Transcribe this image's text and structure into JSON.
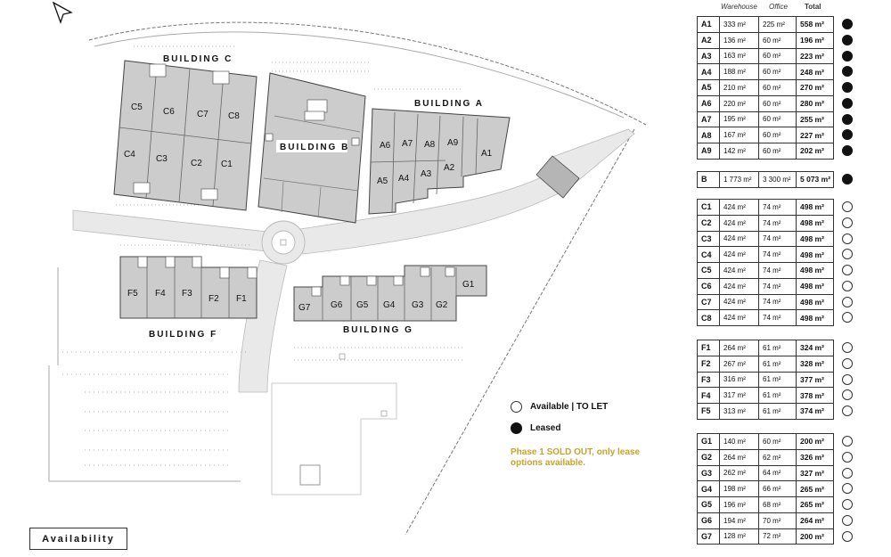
{
  "headers": {
    "warehouse": "Warehouse",
    "office": "Office",
    "total": "Total"
  },
  "groups": [
    {
      "rows": [
        {
          "unit": "A1",
          "warehouse": "333 m²",
          "office": "225 m²",
          "total": "558 m²",
          "status": "leased"
        },
        {
          "unit": "A2",
          "warehouse": "136 m²",
          "office": "60 m²",
          "total": "196 m²",
          "status": "leased"
        },
        {
          "unit": "A3",
          "warehouse": "163 m²",
          "office": "60 m²",
          "total": "223 m²",
          "status": "leased"
        },
        {
          "unit": "A4",
          "warehouse": "188 m²",
          "office": "60 m²",
          "total": "248 m²",
          "status": "leased"
        },
        {
          "unit": "A5",
          "warehouse": "210 m²",
          "office": "60 m²",
          "total": "270 m²",
          "status": "leased"
        },
        {
          "unit": "A6",
          "warehouse": "220 m²",
          "office": "60 m²",
          "total": "280 m²",
          "status": "leased"
        },
        {
          "unit": "A7",
          "warehouse": "195 m²",
          "office": "60 m²",
          "total": "255 m²",
          "status": "leased"
        },
        {
          "unit": "A8",
          "warehouse": "167 m²",
          "office": "60 m²",
          "total": "227 m²",
          "status": "leased"
        },
        {
          "unit": "A9",
          "warehouse": "142 m²",
          "office": "60 m²",
          "total": "202 m²",
          "status": "leased"
        }
      ]
    },
    {
      "rows": [
        {
          "unit": "B",
          "warehouse": "1 773 m²",
          "office": "3 300 m²",
          "total": "5 073 m²",
          "status": "leased"
        }
      ]
    },
    {
      "rows": [
        {
          "unit": "C1",
          "warehouse": "424 m²",
          "office": "74 m²",
          "total": "498 m²",
          "status": "available"
        },
        {
          "unit": "C2",
          "warehouse": "424 m²",
          "office": "74 m²",
          "total": "498 m²",
          "status": "available"
        },
        {
          "unit": "C3",
          "warehouse": "424 m²",
          "office": "74 m²",
          "total": "498 m²",
          "status": "available"
        },
        {
          "unit": "C4",
          "warehouse": "424 m²",
          "office": "74 m²",
          "total": "498 m²",
          "status": "available"
        },
        {
          "unit": "C5",
          "warehouse": "424 m²",
          "office": "74 m²",
          "total": "498 m²",
          "status": "available"
        },
        {
          "unit": "C6",
          "warehouse": "424 m²",
          "office": "74 m²",
          "total": "498 m²",
          "status": "available"
        },
        {
          "unit": "C7",
          "warehouse": "424 m²",
          "office": "74 m²",
          "total": "498 m²",
          "status": "available"
        },
        {
          "unit": "C8",
          "warehouse": "424 m²",
          "office": "74 m²",
          "total": "498 m²",
          "status": "available"
        }
      ]
    },
    {
      "rows": [
        {
          "unit": "F1",
          "warehouse": "264 m²",
          "office": "61 m²",
          "total": "324 m²",
          "status": "available"
        },
        {
          "unit": "F2",
          "warehouse": "267 m²",
          "office": "61 m²",
          "total": "328 m²",
          "status": "available"
        },
        {
          "unit": "F3",
          "warehouse": "316 m²",
          "office": "61 m²",
          "total": "377 m²",
          "status": "available"
        },
        {
          "unit": "F4",
          "warehouse": "317 m²",
          "office": "61 m²",
          "total": "378 m²",
          "status": "available"
        },
        {
          "unit": "F5",
          "warehouse": "313 m²",
          "office": "61 m²",
          "total": "374 m²",
          "status": "available"
        }
      ]
    },
    {
      "rows": [
        {
          "unit": "G1",
          "warehouse": "140 m²",
          "office": "60 m²",
          "total": "200 m²",
          "status": "available"
        },
        {
          "unit": "G2",
          "warehouse": "264 m²",
          "office": "62 m²",
          "total": "326 m²",
          "status": "available"
        },
        {
          "unit": "G3",
          "warehouse": "262 m²",
          "office": "64 m²",
          "total": "327 m²",
          "status": "available"
        },
        {
          "unit": "G4",
          "warehouse": "198 m²",
          "office": "66 m²",
          "total": "265 m²",
          "status": "available"
        },
        {
          "unit": "G5",
          "warehouse": "196 m²",
          "office": "68 m²",
          "total": "265 m²",
          "status": "available"
        },
        {
          "unit": "G6",
          "warehouse": "194 m²",
          "office": "70 m²",
          "total": "264 m²",
          "status": "available"
        },
        {
          "unit": "G7",
          "warehouse": "128 m²",
          "office": "72 m²",
          "total": "200 m²",
          "status": "available"
        }
      ]
    }
  ],
  "map": {
    "buildings": {
      "a": "BUILDING A",
      "b": "BUILDING B",
      "c": "BUILDING C",
      "f": "BUILDING F",
      "g": "BUILDING G"
    },
    "units": {
      "c5": "C5",
      "c6": "C6",
      "c7": "C7",
      "c8": "C8",
      "c4": "C4",
      "c3": "C3",
      "c2": "C2",
      "c1": "C1",
      "a6": "A6",
      "a7": "A7",
      "a8": "A8",
      "a9": "A9",
      "a1": "A1",
      "a5": "A5",
      "a4": "A4",
      "a3": "A3",
      "a2": "A2",
      "f5": "F5",
      "f4": "F4",
      "f3": "F3",
      "f2": "F2",
      "f1": "F1",
      "g7": "G7",
      "g6": "G6",
      "g5": "G5",
      "g4": "G4",
      "g3": "G3",
      "g2": "G2",
      "g1": "G1"
    }
  },
  "legend": {
    "available": "Available  |  TO LET",
    "leased": "Leased",
    "note": "Phase 1 SOLD OUT, only lease options available."
  },
  "colors": {
    "building": "#cccccc",
    "road": "#e9e9e9",
    "leased": "#111111",
    "note": "#c9a22a"
  },
  "footer": {
    "label": "Availability"
  }
}
